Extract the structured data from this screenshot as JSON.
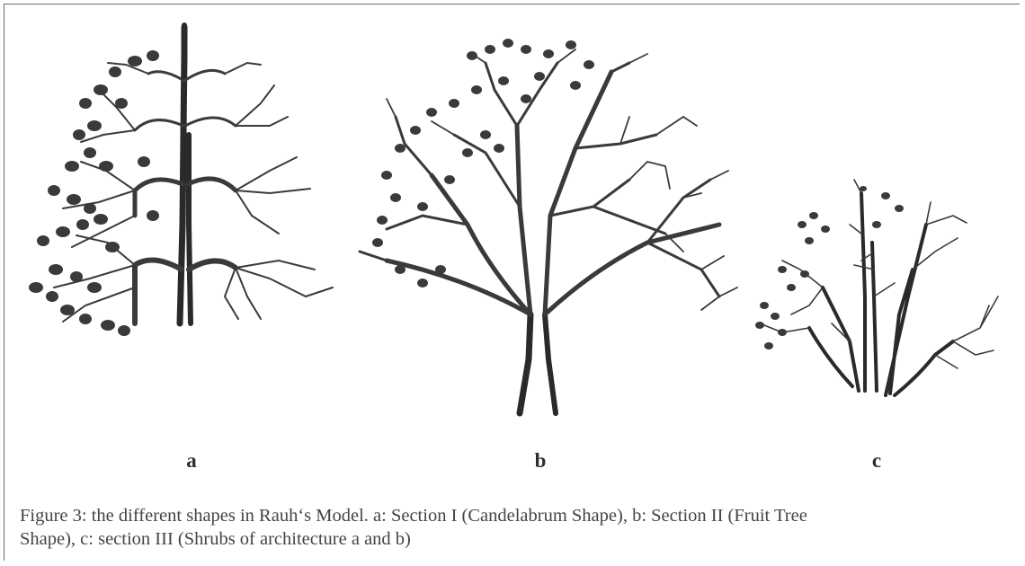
{
  "figure": {
    "labels": {
      "a": "a",
      "b": "b",
      "c": "c"
    },
    "caption_line1": "Figure 3: the different shapes in Rauh‘s Model. a: Section I (Candelabrum Shape), b: Section II (Fruit Tree",
    "caption_line2": "Shape), c: section III (Shrubs of architecture a and b)"
  },
  "colors": {
    "ink": "#2a2a2a",
    "text": "#444444",
    "frame": "#6a6a6a"
  }
}
